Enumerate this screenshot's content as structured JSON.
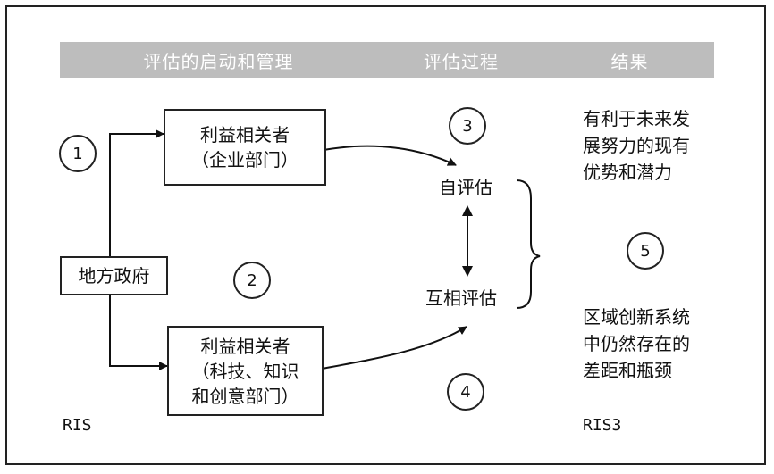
{
  "header": {
    "stage1": "评估的启动和管理",
    "stage2": "评估过程",
    "stage3": "结果"
  },
  "nodes": {
    "local_gov": "地方政府",
    "stakeholder_a_line1": "利益相关者",
    "stakeholder_a_line2": "（企业部门）",
    "stakeholder_b_line1": "利益相关者",
    "stakeholder_b_line2": "（科技、知识",
    "stakeholder_b_line3": "和创意部门）",
    "self_eval": "自评估",
    "peer_eval": "互相评估"
  },
  "markers": {
    "m1": "1",
    "m2": "2",
    "m3": "3",
    "m4": "4",
    "m5": "5"
  },
  "results": {
    "strengths_line1": "有利于未来发",
    "strengths_line2": "展努力的现有",
    "strengths_line3": "优势和潜力",
    "gaps_line1": "区域创新系统",
    "gaps_line2": "中仍然存在的",
    "gaps_line3": "差距和瓶颈"
  },
  "footer": {
    "left": "RIS",
    "right": "RIS3"
  }
}
